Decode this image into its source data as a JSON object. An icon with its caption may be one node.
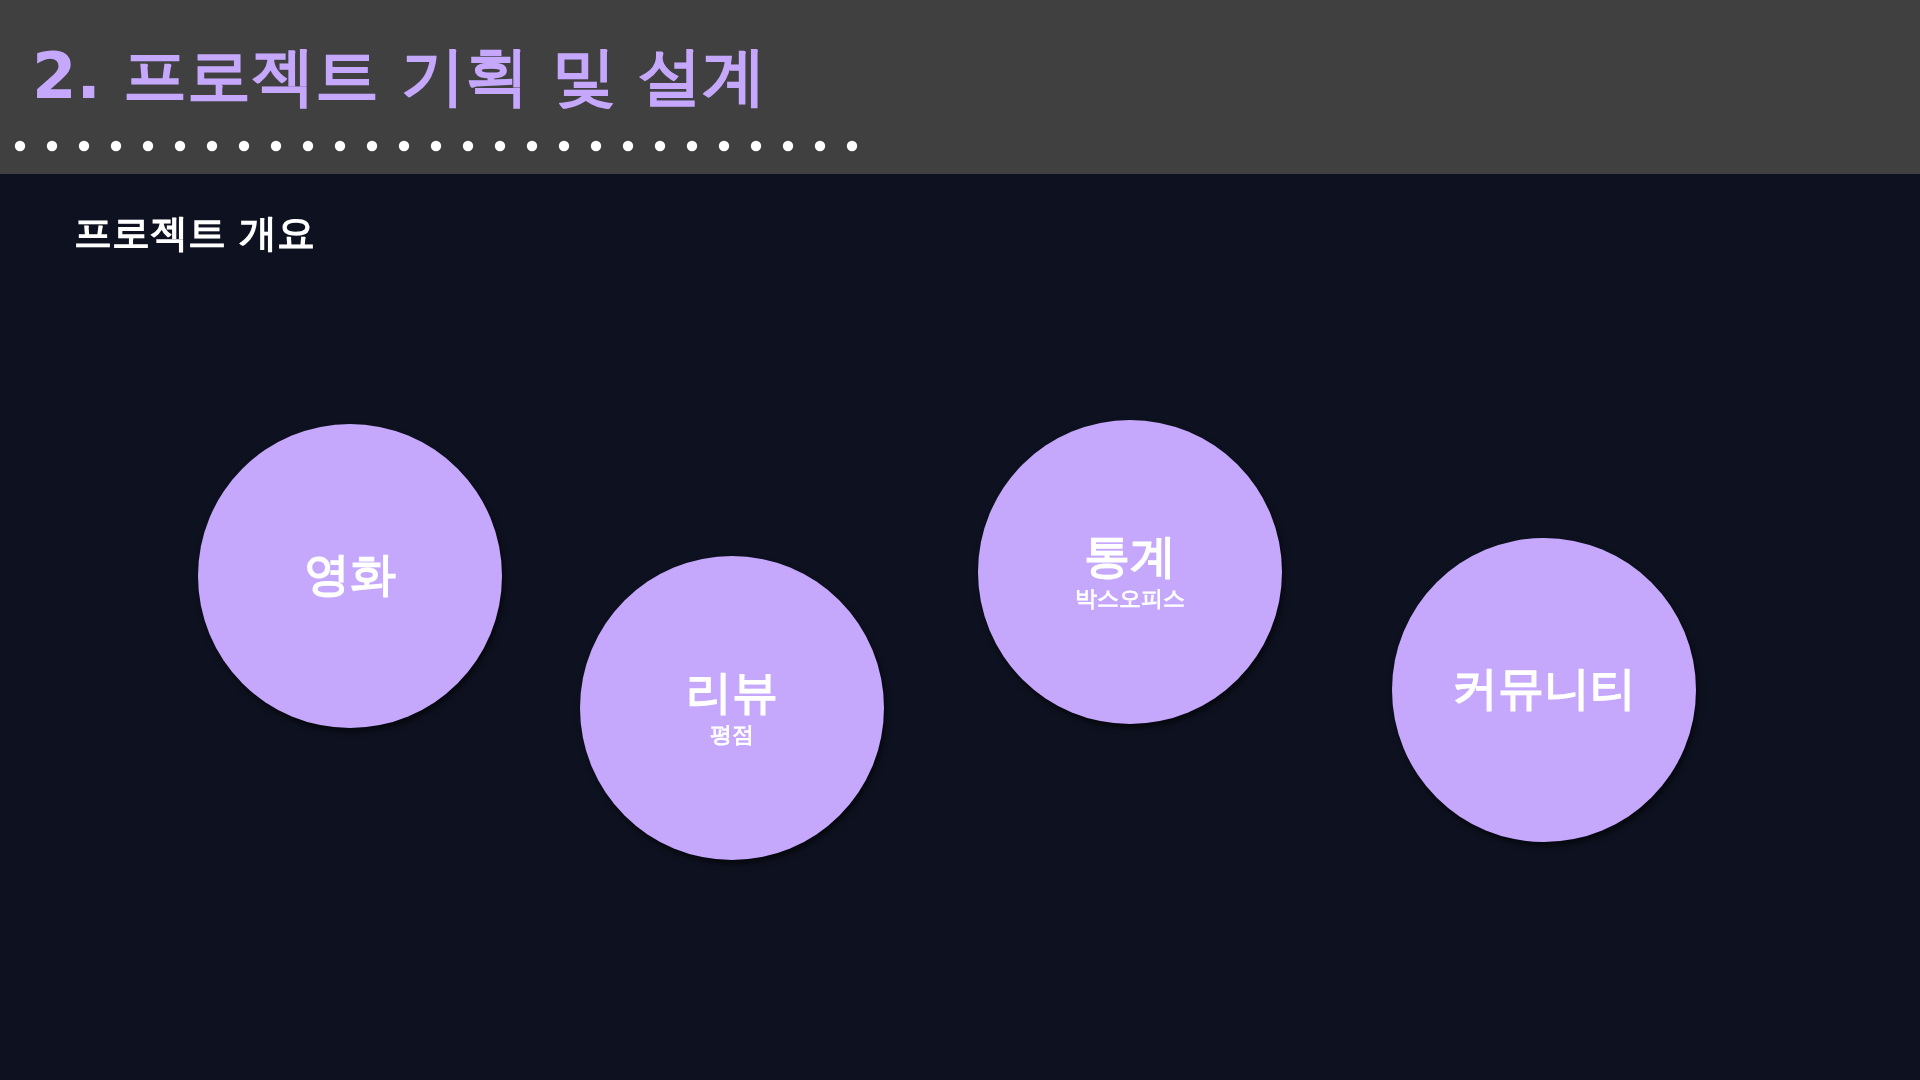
{
  "diagram": {
    "title": "2. 프로젝트 기획 및 설계",
    "nodes": [
      {
        "text": [
          "영화"
        ]
      },
      {
        "text": [
          "리뷰",
          "평점"
        ]
      },
      {
        "text": [
          "통계",
          "박스오피스"
        ]
      },
      {
        "text": [
          "커뮤니티"
        ]
      }
    ],
    "labels": [
      "프로젝트 개요"
    ]
  }
}
